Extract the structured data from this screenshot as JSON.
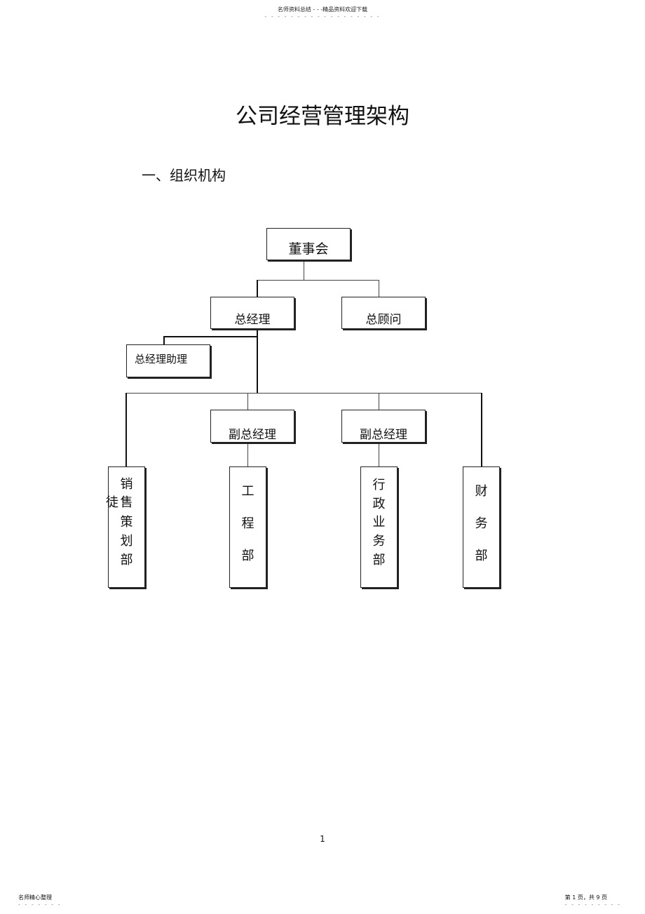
{
  "header": {
    "text": "名师资料总结 - - -精品资料欢迎下载",
    "dots": "- - - - - - - - - - - - - - - - - -"
  },
  "document": {
    "title": "公司经营管理架构",
    "section_heading": "一、组织机构"
  },
  "org_chart": {
    "board": "董事会",
    "general_manager": "总经理",
    "chief_advisor": "总顾问",
    "gm_assistant": "总经理助理",
    "deputy_gm_1": "副总经理",
    "deputy_gm_2": "副总经理",
    "departments": [
      {
        "chars": [
          "销",
          "售",
          "策",
          "划",
          "部"
        ],
        "overlay": "徒"
      },
      {
        "chars": [
          "工",
          "程",
          "部"
        ]
      },
      {
        "chars": [
          "行",
          "政",
          "业",
          "务",
          "部"
        ]
      },
      {
        "chars": [
          "财",
          "务",
          "部"
        ]
      }
    ]
  },
  "page_number": "1",
  "footer": {
    "left": "名师精心整理",
    "left_dots": "- - - - - - -",
    "right": "第 1 页，共 9 页",
    "right_dots": "- - - - - - - - -"
  }
}
